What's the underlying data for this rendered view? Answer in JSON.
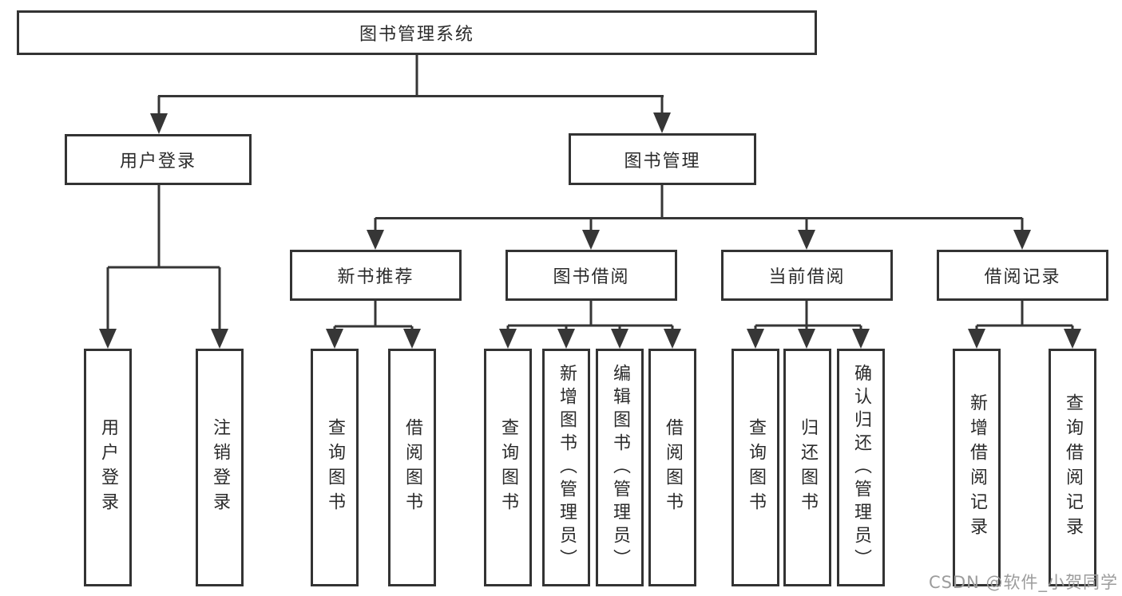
{
  "diagram": {
    "root": "图书管理系统",
    "branches": [
      {
        "label": "用户登录",
        "leaves": [
          "用户登录",
          "注销登录"
        ]
      },
      {
        "label": "图书管理",
        "groups": [
          {
            "label": "新书推荐",
            "leaves": [
              "查询图书",
              "借阅图书"
            ]
          },
          {
            "label": "图书借阅",
            "leaves": [
              "查询图书",
              "新增图书（管理员）",
              "编辑图书（管理员）",
              "借阅图书"
            ]
          },
          {
            "label": "当前借阅",
            "leaves": [
              "查询图书",
              "归还图书",
              "确认归还（管理员）"
            ]
          },
          {
            "label": "借阅记录",
            "leaves": [
              "新增借阅记录",
              "查询借阅记录"
            ]
          }
        ]
      }
    ]
  },
  "watermark": {
    "text": "CSDN @软件_小贺同学"
  },
  "colors": {
    "line": "#363636",
    "box_border": "#333333",
    "text": "#2b2b2b",
    "watermark": "#9c9c9c",
    "background": "#ffffff"
  }
}
